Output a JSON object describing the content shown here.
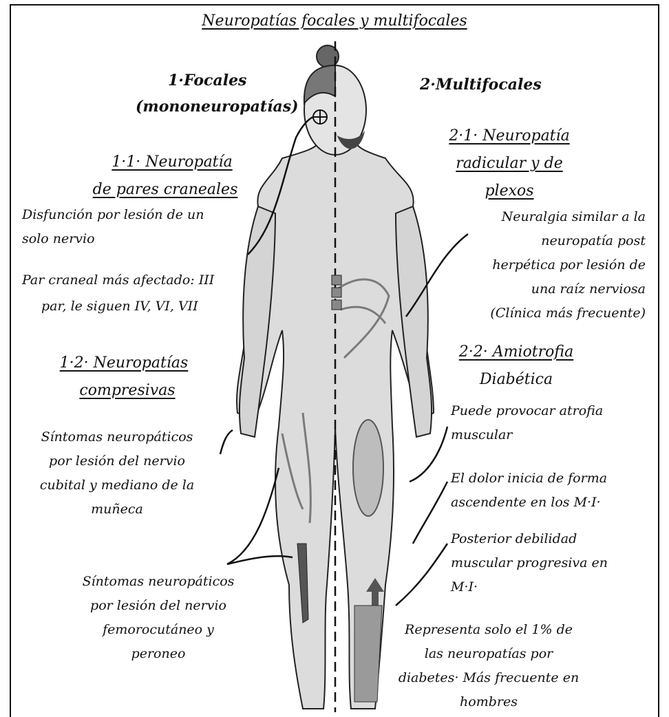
{
  "title": "Neuropatías focales y multifocales",
  "left": {
    "heading_line1": "1·Focales",
    "heading_line2": "(mononeuropatías)",
    "s11_title_line1": "1·1· Neuropatía",
    "s11_title_line2": "de pares craneales",
    "s11_text1_line1": "Disfunción por lesión de un",
    "s11_text1_line2": "solo nervio",
    "s11_text2_line1": "Par craneal más afectado: III",
    "s11_text2_line2": "par, le siguen IV, VI, VII",
    "s12_title_line1": "1·2· Neuropatías",
    "s12_title_line2": "compresivas",
    "s12_text1_lines": [
      "Síntomas neuropáticos",
      "por lesión del nervio",
      "cubital y mediano de la",
      "muñeca"
    ],
    "s12_text2_lines": [
      "Síntomas neuropáticos",
      "por lesión del nervio",
      "femorocutáneo y",
      "peroneo"
    ]
  },
  "right": {
    "heading": "2·Multifocales",
    "s21_title_lines": [
      "2·1· Neuropatía",
      "radicular y de",
      "plexos"
    ],
    "s21_text_lines": [
      "Neuralgia similar a la",
      "neuropatía post",
      "herpética por lesión de",
      "una raíz nerviosa",
      "(Clínica más frecuente)"
    ],
    "s22_title": "2·2· Amiotrofia",
    "s22_subtitle": "Diabética",
    "s22_text1_lines": [
      "Puede provocar atrofia",
      "muscular"
    ],
    "s22_text2_lines": [
      "El dolor inicia de forma",
      "ascendente en los M·I·"
    ],
    "s22_text3_lines": [
      "Posterior debilidad",
      "muscular progresiva en",
      "M·I·"
    ],
    "s22_text4_lines": [
      "Representa solo el 1% de",
      "las neuropatías por",
      "diabetes· Más frecuente en",
      "hombres"
    ]
  },
  "colors": {
    "ink": "#111111",
    "skin": "#d9d9d9",
    "nerve": "#8a8a8a",
    "hair": "#555555"
  }
}
